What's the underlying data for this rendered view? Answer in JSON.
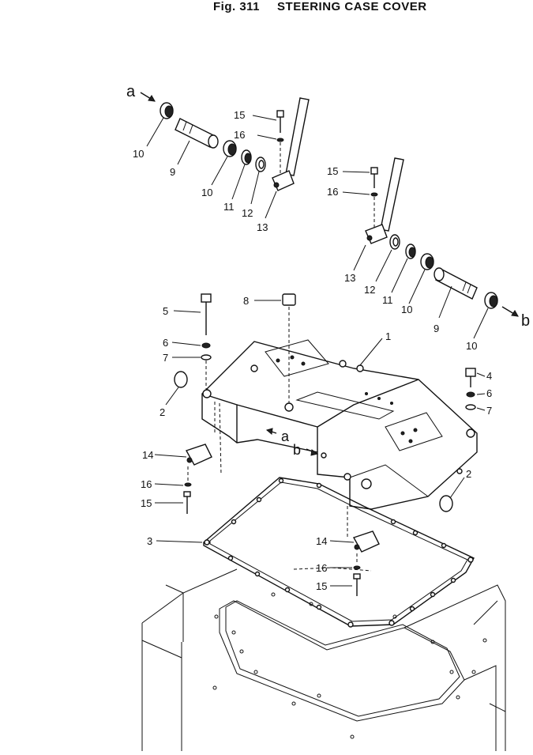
{
  "figure": {
    "number": "Fig. 311",
    "title": "STEERING CASE COVER"
  },
  "callouts": {
    "a_top": "a",
    "b_right": "b",
    "a_body": "a",
    "b_body": "b",
    "p1": "1",
    "p2_left": "2",
    "p2_right": "2",
    "p3": "3",
    "p4": "4",
    "p5": "5",
    "p6_left": "6",
    "p6_right": "6",
    "p7_left": "7",
    "p7_right": "7",
    "p8": "8",
    "p9_left": "9",
    "p9_right": "9",
    "p10_left_a": "10",
    "p10_left_b": "10",
    "p10_right_a": "10",
    "p10_right_b": "10",
    "p11_left": "11",
    "p11_right": "11",
    "p12_left": "12",
    "p12_right": "12",
    "p13_left": "13",
    "p13_right": "13",
    "p14_left": "14",
    "p14_right": "14",
    "p15_top_left": "15",
    "p15_top_right": "15",
    "p15_low_left": "15",
    "p15_low_right": "15",
    "p16_top_left": "16",
    "p16_top_right": "16",
    "p16_low_left": "16",
    "p16_low_right": "16"
  }
}
